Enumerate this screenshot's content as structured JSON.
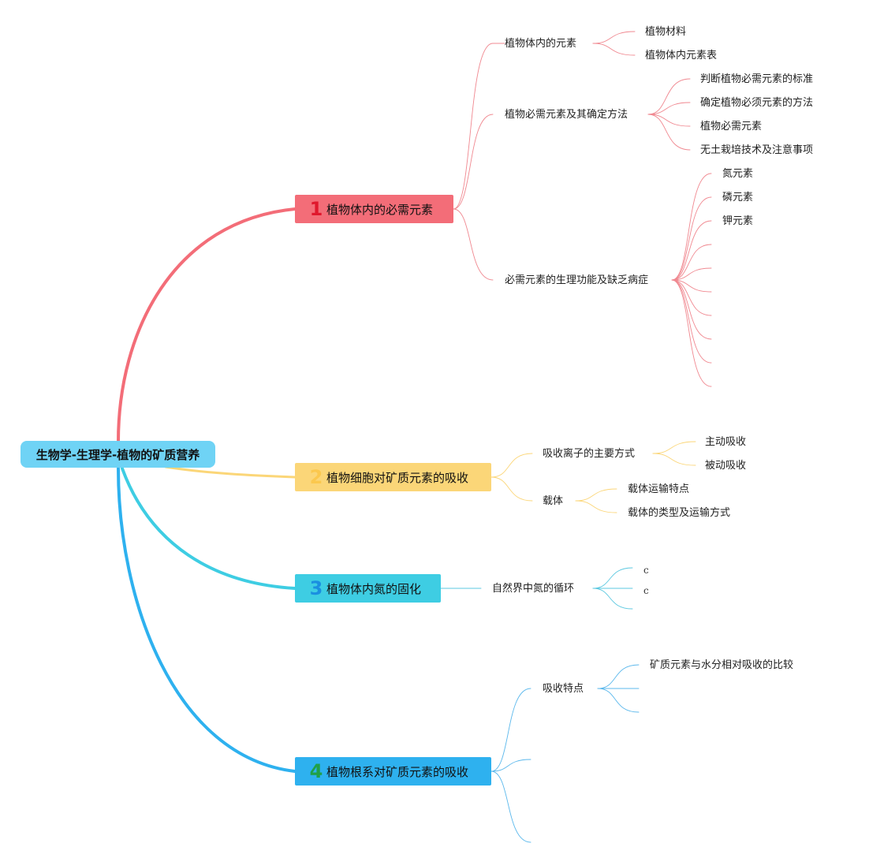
{
  "root": {
    "label": "生物学-生理学-植物的矿质营养"
  },
  "branches": [
    {
      "number": "1",
      "label": "植物体内的必需元素",
      "color": "#f36d78",
      "children": [
        {
          "label": "植物体内的元素",
          "children": [
            "植物材料",
            "植物体内元素表"
          ]
        },
        {
          "label": "植物必需元素及其确定方法",
          "children": [
            "判断植物必需元素的标准",
            "确定植物必须元素的方法",
            "植物必需元素",
            "无土栽培技术及注意事项"
          ]
        },
        {
          "label": "必需元素的生理功能及缺乏病症",
          "children": [
            "氮元素",
            "磷元素",
            "钾元素"
          ]
        }
      ]
    },
    {
      "number": "2",
      "label": "植物细胞对矿质元素的吸收",
      "color": "#fbd678",
      "children": [
        {
          "label": "吸收离子的主要方式",
          "children": [
            "主动吸收",
            "被动吸收"
          ]
        },
        {
          "label": "载体",
          "children": [
            "载体运输特点",
            "载体的类型及运输方式"
          ]
        }
      ]
    },
    {
      "number": "3",
      "label": "植物体内氮的固化",
      "color": "#3ecde3",
      "children": [
        {
          "label": "自然界中氮的循环",
          "children": [
            "c",
            "c"
          ]
        }
      ]
    },
    {
      "number": "4",
      "label": "植物根系对矿质元素的吸收",
      "color": "#2eb1ef",
      "children": [
        {
          "label": "吸收特点",
          "children": [
            "矿质元素与水分相对吸收的比较"
          ]
        }
      ]
    }
  ]
}
